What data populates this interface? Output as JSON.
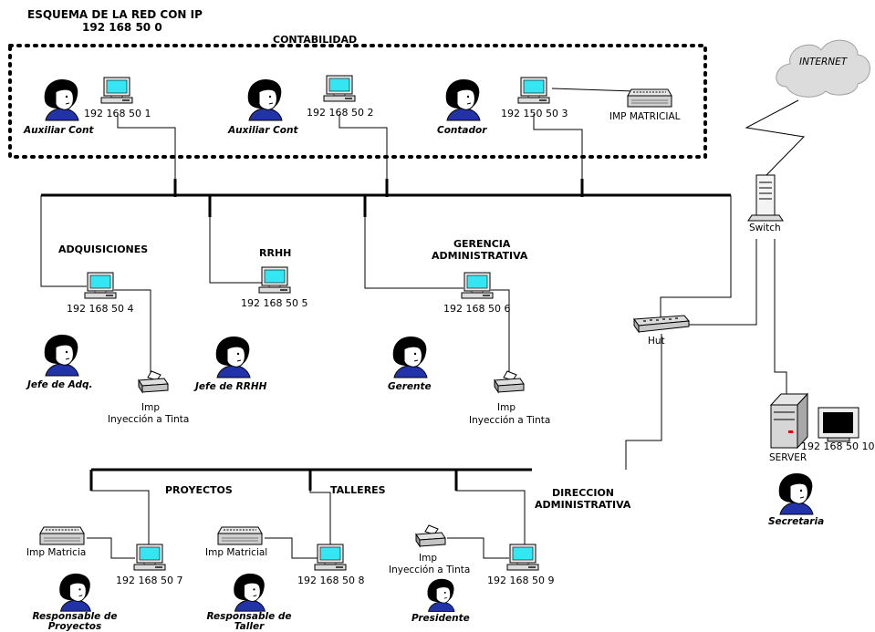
{
  "title": {
    "line1": "ESQUEMA DE LA RED CON IP",
    "line2": "192 168 50 0"
  },
  "departments": {
    "contabilidad": "CONTABILIDAD",
    "adquisiciones": "ADQUISICIONES",
    "rrhh": "RRHH",
    "gerencia_1": "GERENCIA",
    "gerencia_2": "ADMINISTRATIVA",
    "proyectos": "PROYECTOS",
    "talleres": "TALLERES",
    "direccion_1": "DIRECCION",
    "direccion_2": "ADMINISTRATIVA"
  },
  "ips": {
    "pc1": "192 168 50 1",
    "pc2": "192 168 50 2",
    "pc3": "192 150 50 3",
    "pc4": "192 168 50 4",
    "pc5": "192 168 50 5",
    "pc6": "192 168 50 6",
    "pc7": "192 168 50 7",
    "pc8": "192 168 50 8",
    "pc9": "192 168 50 9",
    "pc10": "192 168 50 10"
  },
  "roles": {
    "auxiliar1": "Auxiliar Cont",
    "auxiliar2": "Auxiliar Cont",
    "contador": "Contador",
    "jefe_adq": "Jefe de Adq.",
    "jefe_rrhh": "Jefe de RRHH",
    "gerente": "Gerente",
    "resp_proy_1": "Responsable de",
    "resp_proy_2": "Proyectos",
    "resp_taller_1": "Responsable de",
    "resp_taller_2": "Taller",
    "presidente": "Presidente",
    "secretaria": "Secretaria"
  },
  "printers": {
    "matricial_conta": "IMP MATRICIAL",
    "inyeccion_label": "Imp",
    "inyeccion_sub": "Inyección a Tinta",
    "matricial_proy": "Imp  Matricia",
    "matricial_taller": "Imp  Matricial",
    "inyeccion_dir_label": "Imp",
    "inyeccion_dir_sub": "Inyección a Tinta"
  },
  "devices": {
    "internet": "INTERNET",
    "switch": "Switch",
    "hub": "Hut",
    "server": "SERVER"
  },
  "colors": {
    "monitor_screen": "#33e6f2",
    "hair": "#000000",
    "shirt": "#2233aa",
    "line": "#000000"
  }
}
